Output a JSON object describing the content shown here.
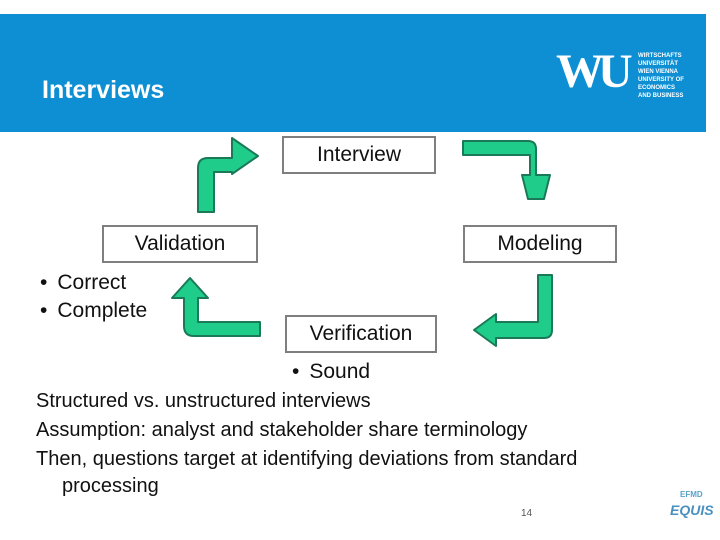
{
  "header": {
    "title": "Interviews",
    "logo_mark": "WU",
    "logo_lines": [
      "WIRTSCHAFTS",
      "UNIVERSITÄT",
      "WIEN VIENNA",
      "UNIVERSITY OF",
      "ECONOMICS",
      "AND BUSINESS"
    ]
  },
  "diagram": {
    "nodes": {
      "interview": "Interview",
      "validation": "Validation",
      "modeling": "Modeling",
      "verification": "Verification"
    },
    "validation_bullets": [
      "Correct",
      "Complete"
    ],
    "verification_bullets": [
      "Sound"
    ],
    "bullet_char": "•",
    "arrow_color": "#1fcc8a"
  },
  "body": {
    "lines": [
      "Structured vs. unstructured interviews",
      "Assumption: analyst and stakeholder share terminology",
      "Then, questions target at identifying deviations from standard"
    ],
    "continuation": "processing"
  },
  "footer": {
    "page_number": "14",
    "badge": "EFMD",
    "accreditation": "EQUIS"
  },
  "colors": {
    "header_bg": "#0e8fd3",
    "box_border": "#7f7f7f"
  }
}
